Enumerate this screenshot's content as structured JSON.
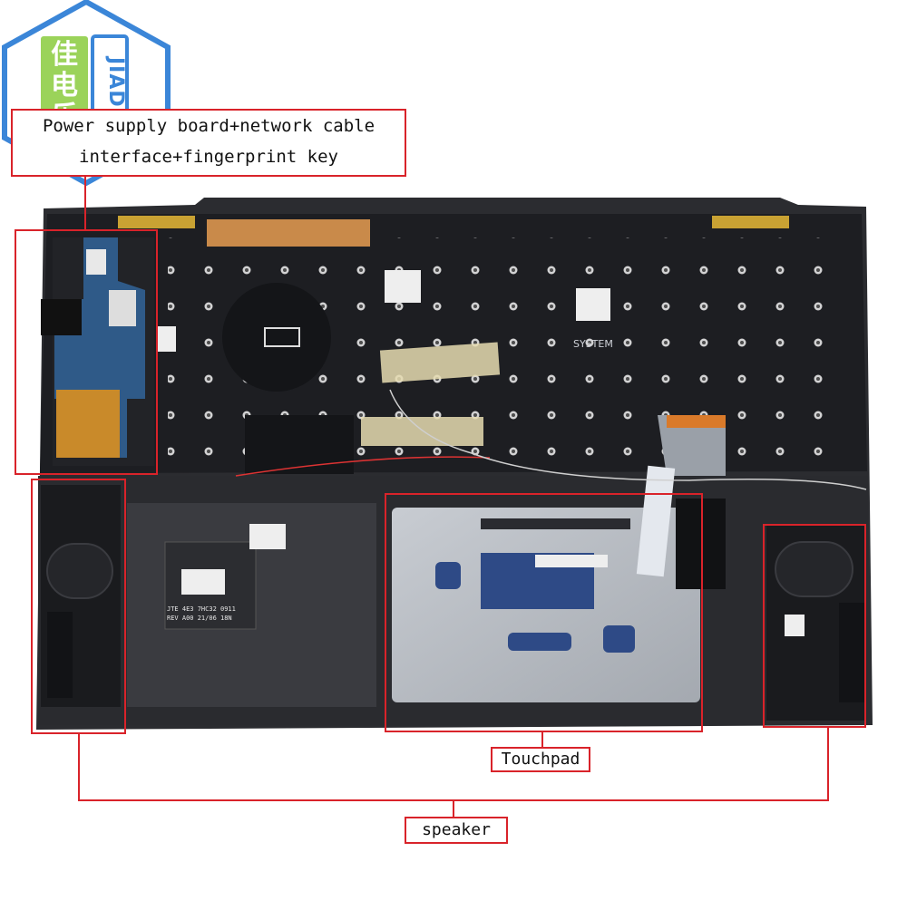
{
  "watermark": {
    "logo_cn": "佳电乐",
    "logo_en": "JIADL"
  },
  "labels": {
    "power_board": "Power supply board+network cable interface+fingerprint key",
    "power_board_line1": "Power supply board+network cable",
    "power_board_line2": "interface+fingerprint key",
    "touchpad": "Touchpad",
    "speaker": "speaker"
  },
  "part_text": {
    "system_label": "SYSTEM",
    "sticker_a": "JTE 4E3 7HC32 0911",
    "sticker_b": "REV A00 21/06 18N"
  },
  "colors": {
    "annotation_red": "#d9232a",
    "chassis": "#2b2c30",
    "keyboard_plate": "#1d1e22",
    "touchpad_metal": "#b8bcc2",
    "copper": "#c98a4a",
    "board_blue": "#2f5a88",
    "watermark_blue": "#3b86d8",
    "watermark_green": "#9bd35a"
  }
}
